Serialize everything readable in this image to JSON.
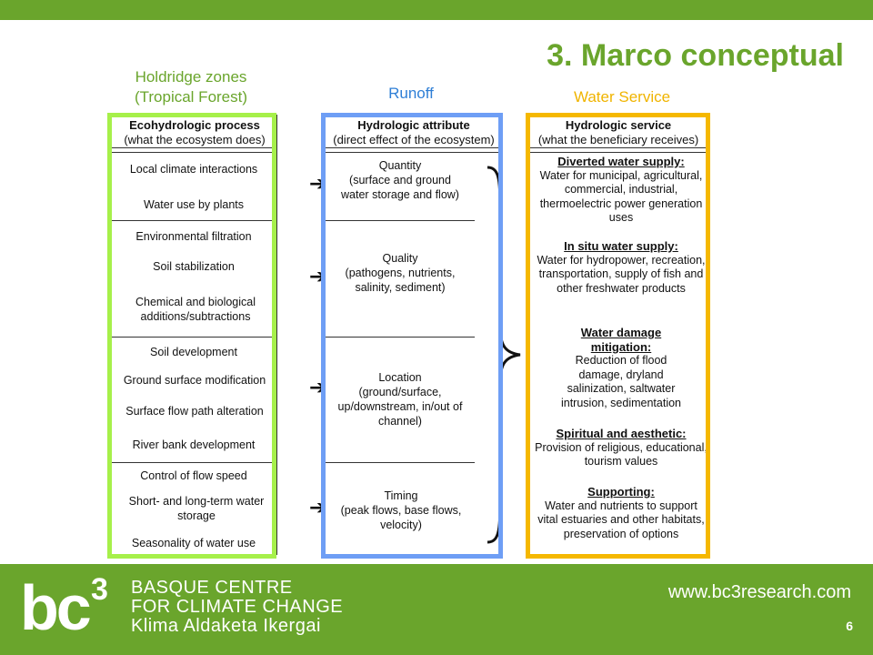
{
  "slide": {
    "title": "3. Marco conceptual",
    "page_number": "6"
  },
  "labels": {
    "holdridge_line1": "Holdridge zones",
    "holdridge_line2": "(Tropical Forest)",
    "runoff": "Runoff",
    "water_service": "Water Service"
  },
  "colors": {
    "brand_green": "#6aa52c",
    "frame_green": "#a6f04a",
    "frame_blue": "#6e9ef5",
    "frame_yellow": "#f5b800",
    "runoff_label": "#2f7fd6",
    "service_label": "#f0b400"
  },
  "table": {
    "headers": {
      "process_title": "Ecohydrologic process",
      "process_sub": "(what the ecosystem does)",
      "attribute_title": "Hydrologic attribute",
      "attribute_sub": "(direct effect of the ecosystem)",
      "service_title": "Hydrologic service",
      "service_sub": "(what the beneficiary receives)"
    },
    "processes": [
      "Local climate interactions",
      "Water use by plants",
      "Environmental filtration",
      "Soil stabilization",
      "Chemical and biological additions/subtractions",
      "Soil development",
      "Ground surface modification",
      "Surface flow path alteration",
      "River bank development",
      "Control of flow speed",
      "Short- and long-term water storage",
      "Seasonality of water use"
    ],
    "attributes": [
      {
        "title": "Quantity",
        "detail": "(surface and ground water storage and flow)"
      },
      {
        "title": "Quality",
        "detail": "(pathogens, nutrients, salinity, sediment)"
      },
      {
        "title": "Location",
        "detail": "(ground/surface, up/downstream, in/out of channel)"
      },
      {
        "title": "Timing",
        "detail": "(peak flows, base flows, velocity)"
      }
    ],
    "arrow_glyph": "➔",
    "services": [
      {
        "heading": "Diverted water supply:",
        "detail": "Water for municipal, agricultural, commercial, industrial, thermoelectric power generation uses"
      },
      {
        "heading": "In situ water supply:",
        "detail": "Water for hydropower, recreation, transportation, supply of fish and other freshwater products"
      },
      {
        "heading": "Water damage mitigation:",
        "detail": "Reduction of flood damage, dryland salinization, saltwater intrusion, sedimentation"
      },
      {
        "heading": "Spiritual and aesthetic:",
        "detail": "Provision of religious, educational, tourism values"
      },
      {
        "heading": "Supporting:",
        "detail": "Water and nutrients to support vital estuaries and other habitats, preservation of options"
      }
    ]
  },
  "footer": {
    "logo_text": "bc",
    "logo_superscript": "3",
    "org_line1": "BASQUE CENTRE",
    "org_line2": "FOR CLIMATE CHANGE",
    "org_line3": "Klima Aldaketa Ikergai",
    "url": "www.bc3research.com"
  }
}
